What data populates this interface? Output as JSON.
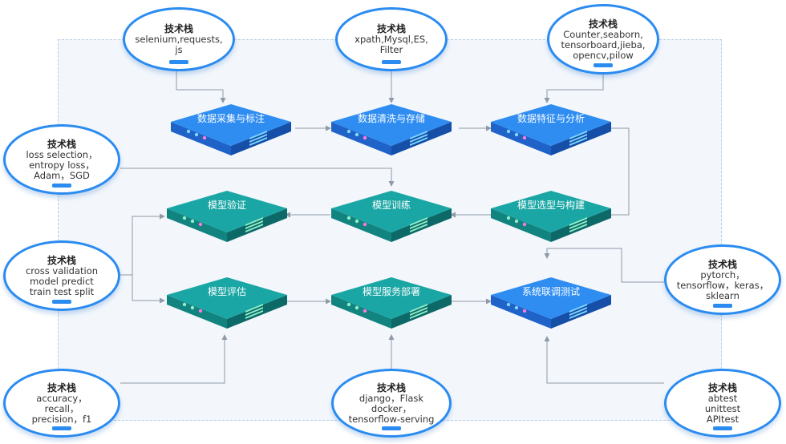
{
  "stack_bubbles": [
    {
      "id": "b1",
      "title": "技术栈",
      "lines": [
        "selenium,requests,",
        "js"
      ]
    },
    {
      "id": "b2",
      "title": "技术栈",
      "lines": [
        "xpath,Mysql,ES,",
        "Filter"
      ]
    },
    {
      "id": "b3",
      "title": "技术栈",
      "lines": [
        "Counter,seaborn,",
        "tensorboard,jieba,",
        "opencv,pilow"
      ]
    },
    {
      "id": "b4",
      "title": "技术栈",
      "lines": [
        "loss selection，",
        "entropy loss，",
        "Adam，SGD"
      ]
    },
    {
      "id": "b5",
      "title": "技术栈",
      "lines": [
        "cross validation",
        "model predict",
        "train test split"
      ]
    },
    {
      "id": "b6",
      "title": "技术栈",
      "lines": [
        "pytorch，",
        "tensorflow，keras，",
        "sklearn"
      ]
    },
    {
      "id": "b7",
      "title": "技术栈",
      "lines": [
        "accuracy，",
        "recall，",
        "precision，f1"
      ]
    },
    {
      "id": "b8",
      "title": "技术栈",
      "lines": [
        "django，Flask",
        "docker，",
        "tensorflow-serving"
      ]
    },
    {
      "id": "b9",
      "title": "技术栈",
      "lines": [
        "abtest",
        "unittest",
        "APItest"
      ]
    }
  ],
  "nodes": [
    {
      "id": "n1",
      "label": "数据采集与标注",
      "color": "blue"
    },
    {
      "id": "n2",
      "label": "数据清洗与存储",
      "color": "blue"
    },
    {
      "id": "n3",
      "label": "数据特征与分析",
      "color": "blue"
    },
    {
      "id": "n4",
      "label": "模型验证",
      "color": "teal"
    },
    {
      "id": "n5",
      "label": "模型训练",
      "color": "teal"
    },
    {
      "id": "n6",
      "label": "模型选型与构建",
      "color": "teal"
    },
    {
      "id": "n7",
      "label": "模型评估",
      "color": "teal"
    },
    {
      "id": "n8",
      "label": "模型服务部署",
      "color": "teal"
    },
    {
      "id": "n9",
      "label": "系统联调测试",
      "color": "blue"
    }
  ],
  "colors": {
    "blue": {
      "top": "#2f8df2",
      "left": "#1f63c9",
      "right": "#154fa8",
      "accent": "#7fd8ff"
    },
    "teal": {
      "top": "#1aa6a4",
      "left": "#128480",
      "right": "#0d6967",
      "accent": "#8ff0c8"
    },
    "arrow": "#8f9aa6",
    "bubble_border": "#2a8bf0"
  }
}
